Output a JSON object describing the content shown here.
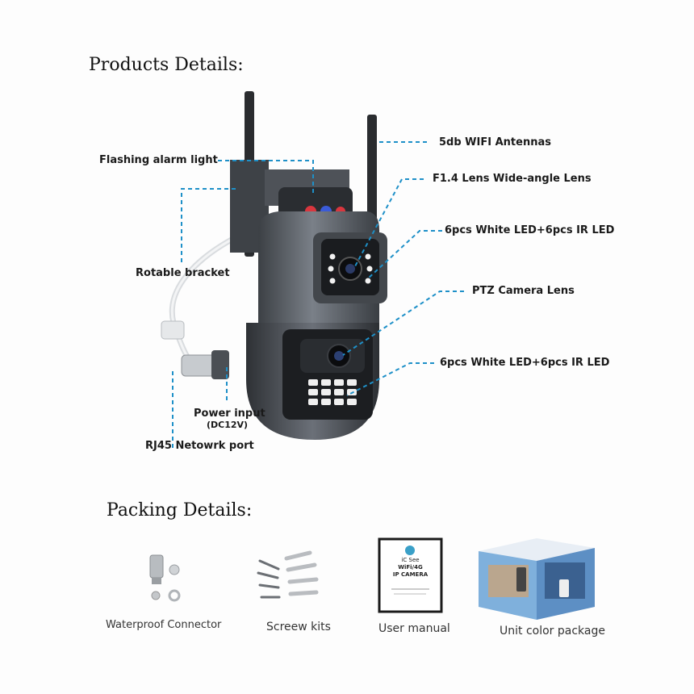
{
  "headings": {
    "products": "Products Details:",
    "packing": "Packing Details:"
  },
  "callouts": {
    "antennas": "5db WIFI Antennas",
    "alarm_light": "Flashing alarm light",
    "wide_lens": "F1.4 Lens Wide-angle Lens",
    "led_top": "6pcs White LED+6pcs IR LED",
    "bracket": "Rotable bracket",
    "ptz_lens": "PTZ Camera Lens",
    "led_bottom": "6pcs White LED+6pcs IR LED",
    "power": "Power input",
    "power_sub": "(DC12V)",
    "rj45": "RJ45 Netowrk port"
  },
  "packing": {
    "connector": "Waterproof Connector",
    "screws": "Screew kits",
    "manual": "User manual",
    "package": "Unit color package"
  },
  "manual_cover": {
    "brand": "iC See",
    "line1": "WiFi/4G",
    "line2": "IP CAMERA"
  },
  "colors": {
    "callout_line": "#1e90c8",
    "camera_body": "#5c6168",
    "camera_dark": "#2f3236"
  }
}
